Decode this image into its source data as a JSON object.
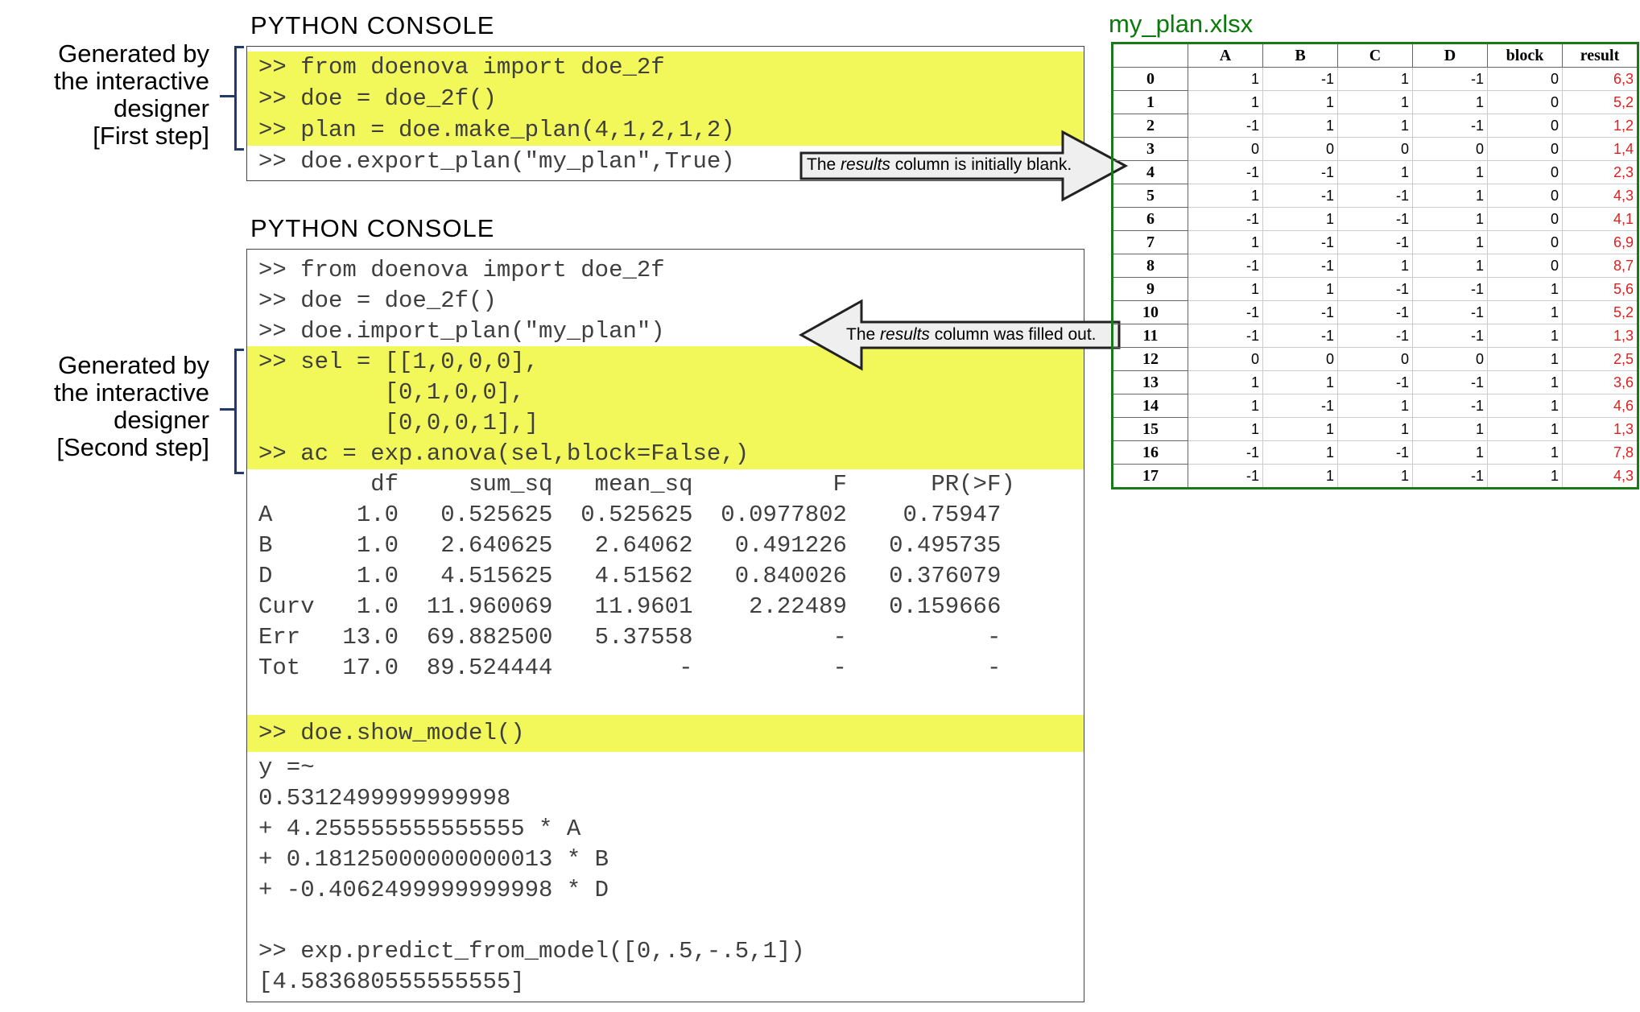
{
  "console1": {
    "title": "PYTHON CONSOLE",
    "lines": [
      ">> from doenova import doe_2f",
      ">> doe = doe_2f()",
      ">> plan = doe.make_plan(4,1,2,1,2)",
      ">> doe.export_plan(\"my_plan\",True)"
    ]
  },
  "console2": {
    "title": "PYTHON CONSOLE",
    "lines": [
      ">> from doenova import doe_2f",
      ">> doe = doe_2f()",
      ">> doe.import_plan(\"my_plan\")",
      ">> sel = [[1,0,0,0],",
      "         [0,1,0,0],",
      "         [0,0,0,1],]",
      ">> ac = exp.anova(sel,block=False,)",
      "        df     sum_sq   mean_sq          F      PR(>F)",
      "A      1.0   0.525625  0.525625  0.0977802    0.75947",
      "B      1.0   2.640625   2.64062   0.491226   0.495735",
      "D      1.0   4.515625   4.51562   0.840026   0.376079",
      "Curv   1.0  11.960069   11.9601    2.22489   0.159666",
      "Err   13.0  69.882500   5.37558          -          -",
      "Tot   17.0  89.524444         -          -          -",
      "",
      ">> doe.show_model()",
      "y =~",
      "0.5312499999999998",
      "+ 4.255555555555555 * A",
      "+ 0.18125000000000013 * B",
      "+ -0.4062499999999998 * D",
      "",
      ">> exp.predict_from_model([0,.5,-.5,1])",
      "[4.583680555555555]"
    ]
  },
  "labels": {
    "first": [
      "Generated by",
      "the interactive",
      "designer",
      "[First step]"
    ],
    "second": [
      "Generated by",
      "the interactive",
      "designer",
      "[Second step]"
    ]
  },
  "arrows": {
    "export": "The results column is initially blank.",
    "import": "The results column was filled out."
  },
  "sheet": {
    "filename": "my_plan.xlsx",
    "headers": [
      "",
      "A",
      "B",
      "C",
      "D",
      "block",
      "result"
    ],
    "rows": [
      [
        "0",
        "1",
        "-1",
        "1",
        "-1",
        "0",
        "6,3"
      ],
      [
        "1",
        "1",
        "1",
        "1",
        "1",
        "0",
        "5,2"
      ],
      [
        "2",
        "-1",
        "1",
        "1",
        "-1",
        "0",
        "1,2"
      ],
      [
        "3",
        "0",
        "0",
        "0",
        "0",
        "0",
        "1,4"
      ],
      [
        "4",
        "-1",
        "-1",
        "1",
        "1",
        "0",
        "2,3"
      ],
      [
        "5",
        "1",
        "-1",
        "-1",
        "1",
        "0",
        "4,3"
      ],
      [
        "6",
        "-1",
        "1",
        "-1",
        "1",
        "0",
        "4,1"
      ],
      [
        "7",
        "1",
        "-1",
        "-1",
        "1",
        "0",
        "6,9"
      ],
      [
        "8",
        "-1",
        "-1",
        "1",
        "1",
        "0",
        "8,7"
      ],
      [
        "9",
        "1",
        "1",
        "-1",
        "-1",
        "1",
        "5,6"
      ],
      [
        "10",
        "-1",
        "-1",
        "-1",
        "-1",
        "1",
        "5,2"
      ],
      [
        "11",
        "-1",
        "-1",
        "-1",
        "-1",
        "1",
        "1,3"
      ],
      [
        "12",
        "0",
        "0",
        "0",
        "0",
        "1",
        "2,5"
      ],
      [
        "13",
        "1",
        "1",
        "-1",
        "-1",
        "1",
        "3,6"
      ],
      [
        "14",
        "1",
        "-1",
        "1",
        "-1",
        "1",
        "4,6"
      ],
      [
        "15",
        "1",
        "1",
        "1",
        "1",
        "1",
        "1,3"
      ],
      [
        "16",
        "-1",
        "1",
        "-1",
        "1",
        "1",
        "7,8"
      ],
      [
        "17",
        "-1",
        "1",
        "1",
        "-1",
        "1",
        "4,3"
      ]
    ]
  },
  "colors": {
    "highlight": "#f2f75a",
    "result_text": "#e02020",
    "file_title": "#0b7a0b",
    "bracket": "#1f3a6b"
  }
}
